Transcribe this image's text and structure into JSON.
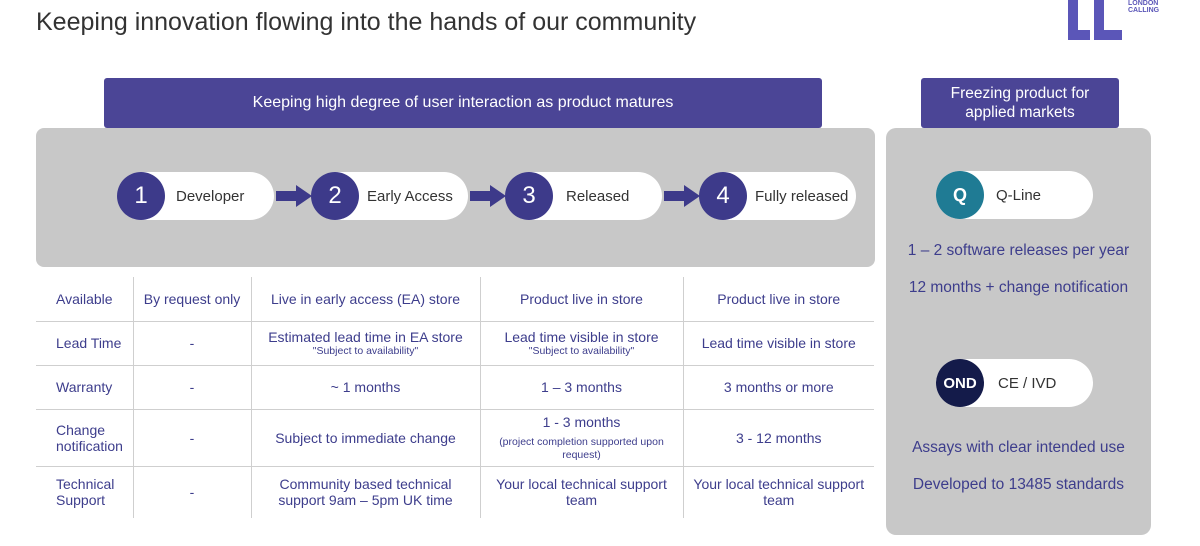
{
  "title": "Keeping innovation flowing into the hands of our community",
  "logo": {
    "line1": "LONDON",
    "line2": "CALLING"
  },
  "banners": {
    "left": "Keeping high degree of user interaction as product matures",
    "right": "Freezing product for applied markets"
  },
  "stages": [
    {
      "number": "1",
      "label": "Developer"
    },
    {
      "number": "2",
      "label": "Early Access"
    },
    {
      "number": "3",
      "label": "Released"
    },
    {
      "number": "4",
      "label": "Fully released"
    }
  ],
  "product_lines": {
    "q": {
      "badge": "Q",
      "label": "Q-Line",
      "color": "#1f7b94",
      "lines": [
        "1 – 2 software releases per year",
        "12 months + change notification"
      ]
    },
    "ond": {
      "badge": "OND",
      "label": "CE / IVD",
      "color": "#141b4a",
      "lines": [
        "Assays with clear intended use",
        "Developed to 13485 standards"
      ]
    }
  },
  "table": {
    "rows": [
      {
        "head": "Available",
        "cells": [
          {
            "main": "By request only"
          },
          {
            "main": "Live in early access (EA) store"
          },
          {
            "main": "Product live in store"
          },
          {
            "main": "Product live in store"
          }
        ]
      },
      {
        "head": "Lead Time",
        "cells": [
          {
            "main": "-"
          },
          {
            "main": "Estimated lead time in EA store",
            "note": "\"Subject to availability\""
          },
          {
            "main": "Lead time visible in store",
            "note": "\"Subject to availability\""
          },
          {
            "main": "Lead time visible in store"
          }
        ]
      },
      {
        "head": "Warranty",
        "cells": [
          {
            "main": "-"
          },
          {
            "main": "~ 1 months"
          },
          {
            "main": "1 – 3 months"
          },
          {
            "main": "3 months or more"
          }
        ]
      },
      {
        "head": "Change notification",
        "cells": [
          {
            "main": "-"
          },
          {
            "main": "Subject to immediate change"
          },
          {
            "main": "1 - 3 months",
            "note": "(project completion supported upon request)"
          },
          {
            "main": "3 - 12 months"
          }
        ]
      },
      {
        "head": "Technical Support",
        "cells": [
          {
            "main": "-"
          },
          {
            "main": "Community based technical support 9am – 5pm UK time"
          },
          {
            "main": "Your local technical support team"
          },
          {
            "main": "Your local technical support team"
          }
        ]
      }
    ]
  }
}
